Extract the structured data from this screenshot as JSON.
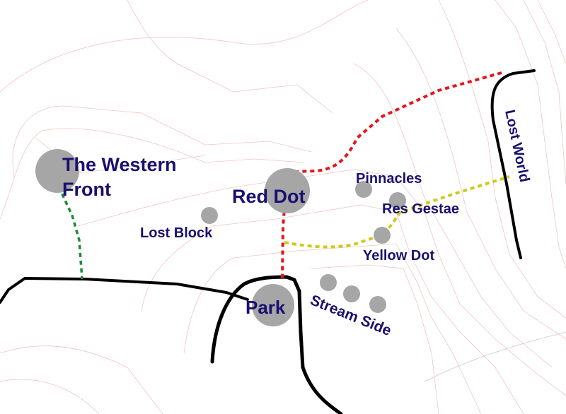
{
  "map": {
    "colors": {
      "label": "#1a1070",
      "spot": "#a6a6a6",
      "road": "#000000",
      "contour": "#f2c4c4",
      "red_trail": "#e8141c",
      "yellow_trail": "#cccc1a",
      "green_trail": "#1a8c3a"
    },
    "areas": [
      {
        "id": "western-front",
        "line1": "The Western",
        "line2": "Front"
      },
      {
        "id": "red-dot",
        "label": "Red Dot"
      },
      {
        "id": "lost-block",
        "label": "Lost Block"
      },
      {
        "id": "pinnacles",
        "label": "Pinnacles"
      },
      {
        "id": "res-gestae",
        "label": "Res Gestae"
      },
      {
        "id": "yellow-dot",
        "label": "Yellow Dot"
      },
      {
        "id": "park",
        "label": "Park"
      },
      {
        "id": "stream-side",
        "label": "Stream Side"
      },
      {
        "id": "lost-world",
        "label": "Lost World"
      }
    ]
  }
}
